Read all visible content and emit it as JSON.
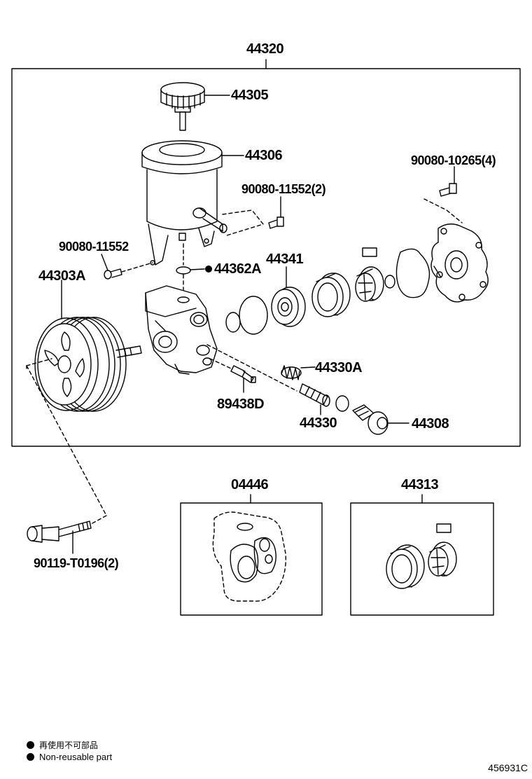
{
  "labels": {
    "assembly": "44320",
    "cap": "44305",
    "reservoir": "44306",
    "bolt_4": "90080-10265(4)",
    "bolt_2": "90080-11552(2)",
    "bolt_single": "90080-11552",
    "pulley": "44303A",
    "oring": "44362A",
    "ring_44341": "44341",
    "spring": "44330A",
    "switch": "89438D",
    "valve": "44330",
    "union": "44308",
    "pulley_bolt": "90119-T0196(2)",
    "gasket_kit": "04446",
    "cam_kit": "44313"
  },
  "legend": {
    "line1": "再使用不可部品",
    "line2": "Non-reusable part"
  },
  "diagram_code": "456931C"
}
